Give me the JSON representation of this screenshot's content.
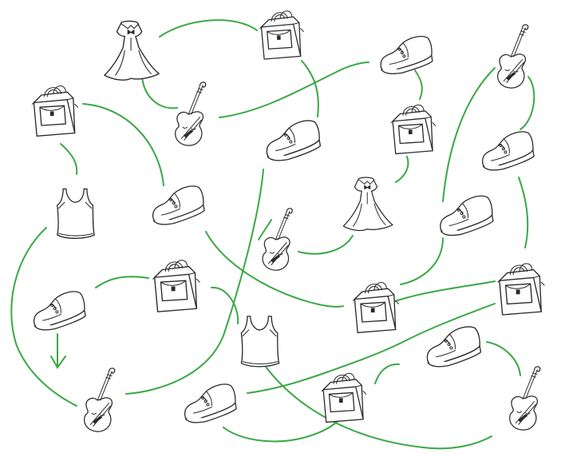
{
  "style": {
    "path_color": "#3aa845",
    "ink_color": "#2a2a2a",
    "background": "#ffffff"
  },
  "objects": [
    {
      "id": "dress-1",
      "icon": "dress-icon"
    },
    {
      "id": "bag-1",
      "icon": "bag-icon"
    },
    {
      "id": "shoe-1",
      "icon": "shoe-icon"
    },
    {
      "id": "violin-1",
      "icon": "violin-icon"
    },
    {
      "id": "bag-2",
      "icon": "bag-icon"
    },
    {
      "id": "violin-2",
      "icon": "violin-icon"
    },
    {
      "id": "shoe-2",
      "icon": "shoe-icon"
    },
    {
      "id": "bag-3",
      "icon": "bag-icon"
    },
    {
      "id": "shoe-3",
      "icon": "shoe-icon"
    },
    {
      "id": "tanktop-1",
      "icon": "tank-top-icon"
    },
    {
      "id": "shoe-4",
      "icon": "shoe-icon"
    },
    {
      "id": "dress-2",
      "icon": "dress-icon"
    },
    {
      "id": "violin-3",
      "icon": "violin-icon"
    },
    {
      "id": "shoe-5",
      "icon": "shoe-icon"
    },
    {
      "id": "bag-4",
      "icon": "bag-icon"
    },
    {
      "id": "shoe-6",
      "icon": "shoe-icon"
    },
    {
      "id": "bag-5",
      "icon": "bag-icon"
    },
    {
      "id": "bag-6",
      "icon": "bag-icon"
    },
    {
      "id": "tanktop-2",
      "icon": "tank-top-icon"
    },
    {
      "id": "shoe-7",
      "icon": "shoe-icon"
    },
    {
      "id": "violin-4",
      "icon": "violin-icon"
    },
    {
      "id": "shoe-8",
      "icon": "shoe-icon"
    },
    {
      "id": "bag-7",
      "icon": "bag-icon"
    },
    {
      "id": "violin-5",
      "icon": "violin-icon"
    }
  ],
  "arrow": {
    "icon": "arrow-down-icon"
  }
}
